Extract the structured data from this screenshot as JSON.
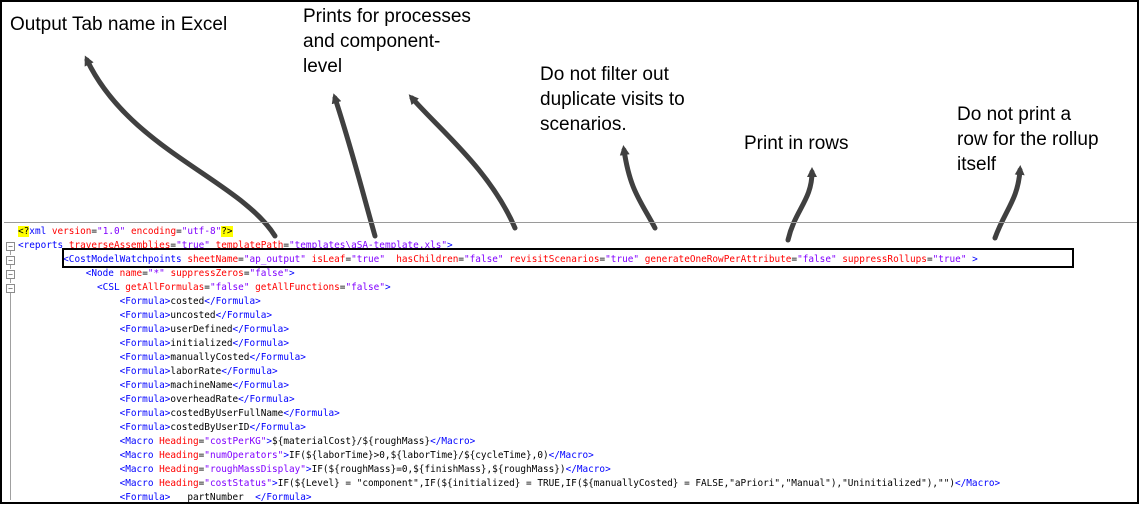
{
  "callouts": {
    "output_tab": "Output Tab name in Excel",
    "prints_for": [
      "Prints for processes",
      "and component-",
      "level"
    ],
    "no_filter": [
      "Do not filter out",
      "duplicate visits to",
      "scenarios."
    ],
    "print_rows": "Print in rows",
    "no_rollup": [
      "Do not print a",
      "row for the rollup",
      "itself"
    ]
  },
  "code_lines": [
    [
      [
        "pi",
        "<?"
      ],
      [
        "tag",
        "xml "
      ],
      [
        "attr",
        "version"
      ],
      [
        "text",
        "="
      ],
      [
        "val",
        "\"1.0\""
      ],
      [
        "text",
        " "
      ],
      [
        "attr",
        "encoding"
      ],
      [
        "text",
        "="
      ],
      [
        "val",
        "\"utf-8\""
      ],
      [
        "pi",
        "?>"
      ]
    ],
    [
      [
        "tag",
        "<reports "
      ],
      [
        "attr",
        "traverseAssemblies"
      ],
      [
        "text",
        "="
      ],
      [
        "val",
        "\"true\""
      ],
      [
        "text",
        " "
      ],
      [
        "attr",
        "templatePath"
      ],
      [
        "text",
        "="
      ],
      [
        "val",
        "\"templates\\aSA-template.xls\""
      ],
      [
        "tag",
        ">"
      ]
    ],
    [
      [
        "text",
        "        "
      ],
      [
        "tag",
        "<CostModelWatchpoints "
      ],
      [
        "attr",
        "sheetName"
      ],
      [
        "text",
        "="
      ],
      [
        "val",
        "\"ap_output\""
      ],
      [
        "text",
        " "
      ],
      [
        "attr",
        "isLeaf"
      ],
      [
        "text",
        "="
      ],
      [
        "val",
        "\"true\""
      ],
      [
        "text",
        "  "
      ],
      [
        "attr",
        "hasChildren"
      ],
      [
        "text",
        "="
      ],
      [
        "val",
        "\"false\""
      ],
      [
        "text",
        " "
      ],
      [
        "attr",
        "revisitScenarios"
      ],
      [
        "text",
        "="
      ],
      [
        "val",
        "\"true\""
      ],
      [
        "text",
        " "
      ],
      [
        "attr",
        "generateOneRowPerAttribute"
      ],
      [
        "text",
        "="
      ],
      [
        "val",
        "\"false\""
      ],
      [
        "text",
        " "
      ],
      [
        "attr",
        "suppressRollups"
      ],
      [
        "text",
        "="
      ],
      [
        "val",
        "\"true\""
      ],
      [
        "text",
        " "
      ],
      [
        "tag",
        ">"
      ]
    ],
    [
      [
        "text",
        "            "
      ],
      [
        "tag",
        "<Node "
      ],
      [
        "attr",
        "name"
      ],
      [
        "text",
        "="
      ],
      [
        "val",
        "\"*\""
      ],
      [
        "text",
        " "
      ],
      [
        "attr",
        "suppressZeros"
      ],
      [
        "text",
        "="
      ],
      [
        "val",
        "\"false\""
      ],
      [
        "tag",
        ">"
      ]
    ],
    [
      [
        "text",
        "              "
      ],
      [
        "tag",
        "<CSL "
      ],
      [
        "attr",
        "getAllFormulas"
      ],
      [
        "text",
        "="
      ],
      [
        "val",
        "\"false\""
      ],
      [
        "text",
        " "
      ],
      [
        "attr",
        "getAllFunctions"
      ],
      [
        "text",
        "="
      ],
      [
        "val",
        "\"false\""
      ],
      [
        "tag",
        ">"
      ]
    ],
    [
      [
        "text",
        "                  "
      ],
      [
        "tag",
        "<Formula>"
      ],
      [
        "text",
        "costed"
      ],
      [
        "tag",
        "</Formula>"
      ]
    ],
    [
      [
        "text",
        "                  "
      ],
      [
        "tag",
        "<Formula>"
      ],
      [
        "text",
        "uncosted"
      ],
      [
        "tag",
        "</Formula>"
      ]
    ],
    [
      [
        "text",
        "                  "
      ],
      [
        "tag",
        "<Formula>"
      ],
      [
        "text",
        "userDefined"
      ],
      [
        "tag",
        "</Formula>"
      ]
    ],
    [
      [
        "text",
        "                  "
      ],
      [
        "tag",
        "<Formula>"
      ],
      [
        "text",
        "initialized"
      ],
      [
        "tag",
        "</Formula>"
      ]
    ],
    [
      [
        "text",
        "                  "
      ],
      [
        "tag",
        "<Formula>"
      ],
      [
        "text",
        "manuallyCosted"
      ],
      [
        "tag",
        "</Formula>"
      ]
    ],
    [
      [
        "text",
        "                  "
      ],
      [
        "tag",
        "<Formula>"
      ],
      [
        "text",
        "laborRate"
      ],
      [
        "tag",
        "</Formula>"
      ]
    ],
    [
      [
        "text",
        "                  "
      ],
      [
        "tag",
        "<Formula>"
      ],
      [
        "text",
        "machineName"
      ],
      [
        "tag",
        "</Formula>"
      ]
    ],
    [
      [
        "text",
        "                  "
      ],
      [
        "tag",
        "<Formula>"
      ],
      [
        "text",
        "overheadRate"
      ],
      [
        "tag",
        "</Formula>"
      ]
    ],
    [
      [
        "text",
        "                  "
      ],
      [
        "tag",
        "<Formula>"
      ],
      [
        "text",
        "costedByUserFullName"
      ],
      [
        "tag",
        "</Formula>"
      ]
    ],
    [
      [
        "text",
        "                  "
      ],
      [
        "tag",
        "<Formula>"
      ],
      [
        "text",
        "costedByUserID"
      ],
      [
        "tag",
        "</Formula>"
      ]
    ],
    [
      [
        "text",
        "                  "
      ],
      [
        "tag",
        "<Macro "
      ],
      [
        "attr",
        "Heading"
      ],
      [
        "text",
        "="
      ],
      [
        "val",
        "\"costPerKG\""
      ],
      [
        "tag",
        ">"
      ],
      [
        "text",
        "${materialCost}/${roughMass}"
      ],
      [
        "tag",
        "</Macro>"
      ]
    ],
    [
      [
        "text",
        "                  "
      ],
      [
        "tag",
        "<Macro "
      ],
      [
        "attr",
        "Heading"
      ],
      [
        "text",
        "="
      ],
      [
        "val",
        "\"numOperators\""
      ],
      [
        "tag",
        ">"
      ],
      [
        "text",
        "IF(${laborTime}>0,${laborTime}/${cycleTime},0)"
      ],
      [
        "tag",
        "</Macro>"
      ]
    ],
    [
      [
        "text",
        "                  "
      ],
      [
        "tag",
        "<Macro "
      ],
      [
        "attr",
        "Heading"
      ],
      [
        "text",
        "="
      ],
      [
        "val",
        "\"roughMassDisplay\""
      ],
      [
        "tag",
        ">"
      ],
      [
        "text",
        "IF(${roughMass}=0,${finishMass},${roughMass})"
      ],
      [
        "tag",
        "</Macro>"
      ]
    ],
    [
      [
        "text",
        "                  "
      ],
      [
        "tag",
        "<Macro "
      ],
      [
        "attr",
        "Heading"
      ],
      [
        "text",
        "="
      ],
      [
        "val",
        "\"costStatus\""
      ],
      [
        "tag",
        ">"
      ],
      [
        "text",
        "IF(${Level} = \"component\",IF(${initialized} = TRUE,IF(${manuallyCosted} = FALSE,\"aPriori\",\"Manual\"),\"Uninitialized\"),\"\")"
      ],
      [
        "tag",
        "</Macro>"
      ]
    ],
    [
      [
        "text",
        "                  "
      ],
      [
        "tag",
        "<Formula>"
      ],
      [
        "text",
        "   partNumber  "
      ],
      [
        "tag",
        "</Formula>"
      ]
    ]
  ]
}
